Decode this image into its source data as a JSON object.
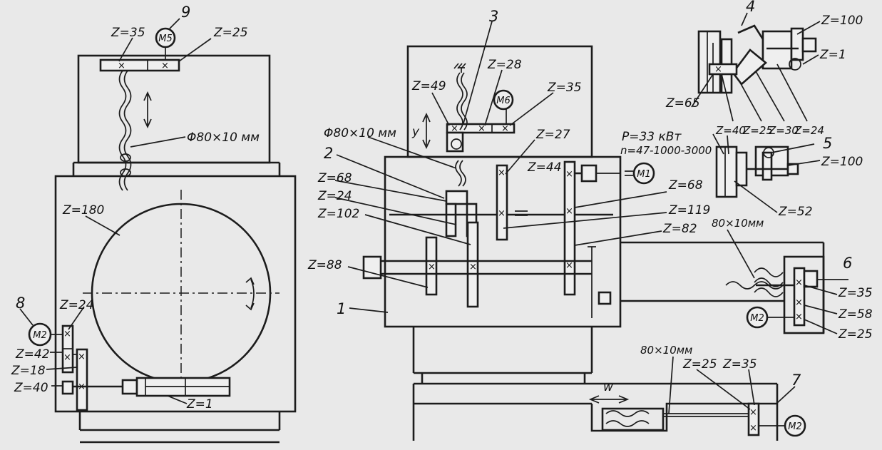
{
  "numbers": {
    "n1": "1",
    "n2": "2",
    "n3": "3",
    "n4": "4",
    "n5": "5",
    "n6": "6",
    "n7": "7",
    "n8": "8",
    "n9": "9"
  },
  "motors": {
    "m1": "M1",
    "m2": "M2",
    "m5": "M5",
    "m6": "M6"
  },
  "gears": {
    "z35_top": "Z=35",
    "z25_top": "Z=25",
    "z180": "Z=180",
    "z24_left": "Z=24",
    "z42": "Z=42",
    "z18": "Z=18",
    "z40_left": "Z=40",
    "z1_left": "Z=1",
    "z49": "Z=49",
    "z28": "Z=28",
    "z35_m6": "Z=35",
    "z27": "Z=27",
    "z44": "Z=44",
    "z68_a": "Z=68",
    "z24_mid": "Z=24",
    "z102": "Z=102",
    "z88": "Z=88",
    "z68_b": "Z=68",
    "z119": "Z=119",
    "z82": "Z=82",
    "z100_a": "Z=100",
    "z1_right": "Z=1",
    "z65": "Z=65",
    "z40_right": "Z=40",
    "z25_r": "Z=25",
    "z30": "Z=30",
    "z24_r": "Z=24",
    "z100_b": "Z=100",
    "z52": "Z=52",
    "z35_6": "Z=35",
    "z58": "Z=58",
    "z25_6": "Z=25",
    "z25_7": "Z=25",
    "z35_7": "Z=35"
  },
  "screws": {
    "s_left": "Φ80×10 мм",
    "s_mid": "Φ80×10 мм",
    "s_6": "80×10мм",
    "s_7": "80×10мм"
  },
  "power": {
    "p": "P=33 кВт",
    "n": "n=47-1000-3000"
  },
  "axes": {
    "y": "y",
    "w": "w"
  }
}
